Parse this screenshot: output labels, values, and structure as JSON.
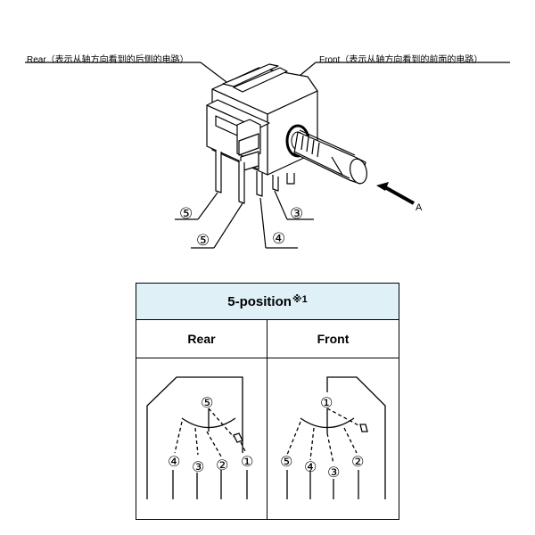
{
  "callouts": {
    "rear": "Rear（表示从轴方向看到的后侧的电路）",
    "front": "Front（表示从轴方向看到的前面的电路）",
    "arrow": "A"
  },
  "pin_labels": {
    "top_left_1": "⑤",
    "top_left_2": "⑤",
    "top_mid": "④",
    "top_right": "③"
  },
  "table": {
    "title": "5-position",
    "title_note": "※1",
    "rear_header": "Rear",
    "front_header": "Front",
    "rear_pins": [
      "⑤",
      "④",
      "③",
      "②",
      "①"
    ],
    "front_pins": [
      "①",
      "⑤",
      "④",
      "③",
      "②"
    ]
  }
}
